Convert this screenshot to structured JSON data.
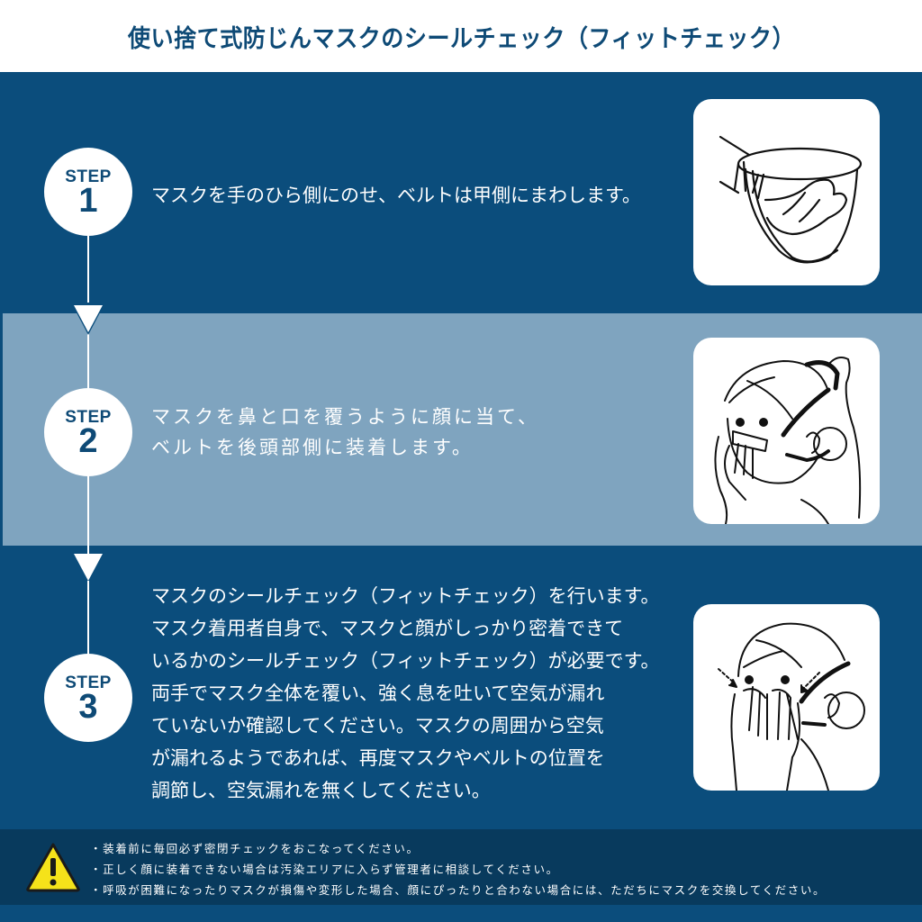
{
  "header": {
    "title": "使い捨て式防じんマスクのシールチェック（フィットチェック）"
  },
  "colors": {
    "primary_blue": "#0b4d7c",
    "light_band": "#7fa4bf",
    "warning_bg": "#083a5d",
    "title_text": "#0e4a76",
    "warning_yellow": "#f5e21a"
  },
  "steps": [
    {
      "label": "STEP",
      "number": "1",
      "lines": [
        "マスクを手のひら側にのせ、ベルトは甲側にまわします。"
      ],
      "illustration": "mask-in-palm"
    },
    {
      "label": "STEP",
      "number": "2",
      "lines": [
        "マスクを鼻と口を覆うように顔に当て、",
        "ベルトを後頭部側に装着します。"
      ],
      "illustration": "putting-on-mask-strap"
    },
    {
      "label": "STEP",
      "number": "3",
      "lines": [
        "マスクのシールチェック（フィットチェック）を行います。",
        "マスク着用者自身で、マスクと顔がしっかり密着できて",
        "いるかのシールチェック（フィットチェック）が必要です。",
        "両手でマスク全体を覆い、強く息を吐いて空気が漏れ",
        "ていないか確認してください。マスクの周囲から空気",
        "が漏れるようであれば、再度マスクやベルトの位置を",
        "調節し、空気漏れを無くしてください。"
      ],
      "illustration": "seal-check-hands-covering"
    }
  ],
  "warning": {
    "icon": "warning-triangle-icon",
    "items": [
      "・装着前に毎回必ず密閉チェックをおこなってください。",
      "・正しく顔に装着できない場合は汚染エリアに入らず管理者に相談してください。",
      "・呼吸が困難になったりマスクが損傷や変形した場合、顔にぴったりと合わない場合には、ただちにマスクを交換してください。"
    ]
  }
}
